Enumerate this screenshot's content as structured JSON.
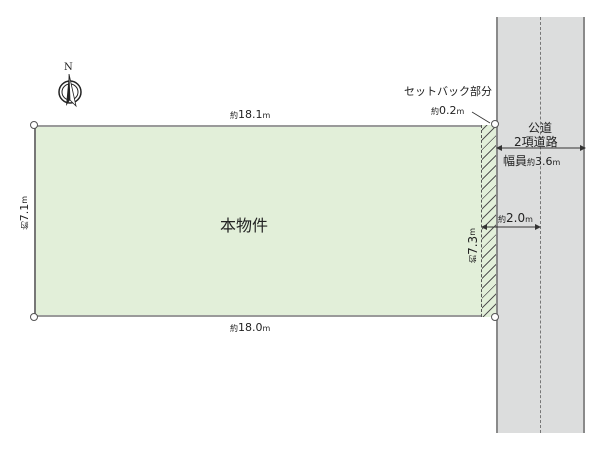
{
  "compass": {
    "label": "N"
  },
  "parcel": {
    "title": "本物件",
    "top_prefix": "約",
    "top_value": "18.1",
    "top_unit": "m",
    "bottom_prefix": "約",
    "bottom_value": "18.0",
    "bottom_unit": "m",
    "left_prefix": "約",
    "left_value": "7.1",
    "left_unit": "m",
    "right_prefix": "約",
    "right_value": "7.3",
    "right_unit": "m",
    "fill_color": "#e2efd9"
  },
  "setback": {
    "label": "セットバック部分",
    "prefix": "約",
    "value": "0.2",
    "unit": "m"
  },
  "road": {
    "line1": "公道",
    "line2": "2項道路",
    "width_label": "幅員",
    "width_prefix": "約",
    "width_value": "3.6",
    "width_unit": "m",
    "center_prefix": "約",
    "center_value": "2.0",
    "center_unit": "m",
    "fill_color": "#dcdddd"
  }
}
